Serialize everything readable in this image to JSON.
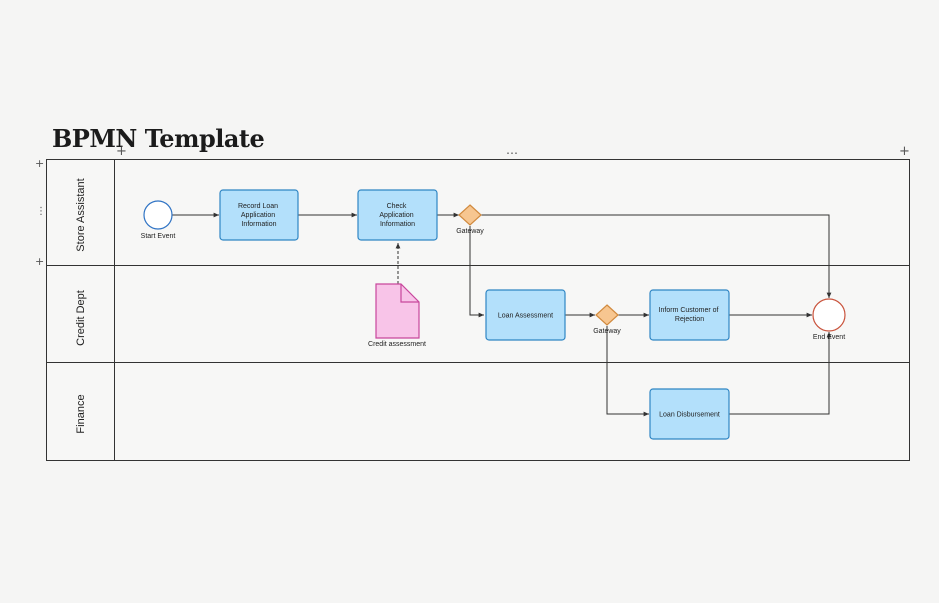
{
  "title": "BPMN Template",
  "toolbar": {
    "more_label": "…",
    "add_label": "+",
    "row_menu_label": "⋮"
  },
  "lanes": [
    {
      "id": "store",
      "label": "Store Assistant"
    },
    {
      "id": "credit",
      "label": "Credit Dept"
    },
    {
      "id": "finance",
      "label": "Finance"
    }
  ],
  "events": {
    "start": {
      "label": "Start Event"
    },
    "end": {
      "label": "End Event"
    }
  },
  "tasks": {
    "record": {
      "lines": [
        "Record Loan",
        "Application",
        "Information"
      ]
    },
    "check": {
      "lines": [
        "Check",
        "Application",
        "Information"
      ]
    },
    "assess": {
      "lines": [
        "Loan Assessment"
      ]
    },
    "inform": {
      "lines": [
        "Inform Customer of",
        "Rejection"
      ]
    },
    "disburse": {
      "lines": [
        "Loan Disbursement"
      ]
    }
  },
  "gateways": {
    "g1": {
      "label": "Gateway"
    },
    "g2": {
      "label": "Gateway"
    }
  },
  "artifact": {
    "label": "Credit assessment"
  },
  "colors": {
    "task_fill": "#b3e0fb",
    "task_stroke": "#2f86c4",
    "gateway_fill": "#f7c690",
    "gateway_stroke": "#d18a3e",
    "start_stroke": "#2f73c4",
    "end_stroke": "#c9533c",
    "doc_fill": "#f8c4e8",
    "doc_stroke": "#c8479c",
    "line": "#333333"
  }
}
